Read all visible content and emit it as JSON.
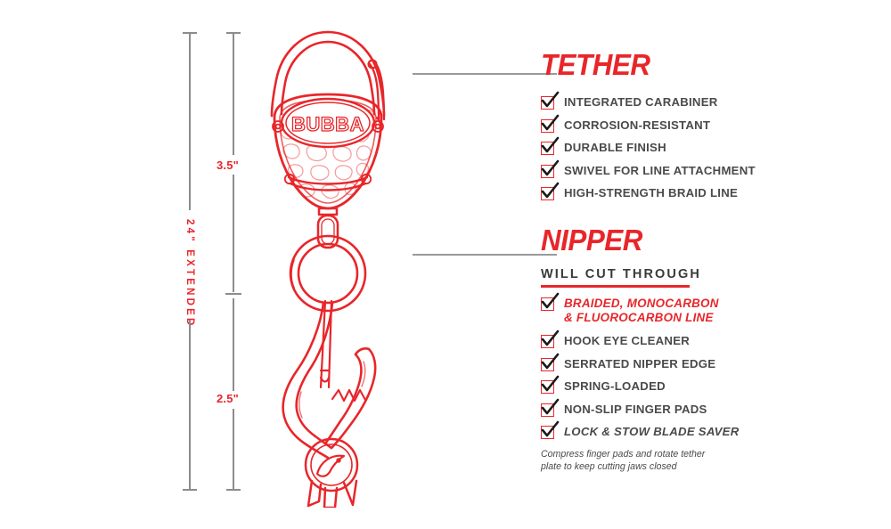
{
  "dimensions": {
    "overall_label": "24\" EXTENDED",
    "tether_label": "3.5\"",
    "nipper_label": "2.5\""
  },
  "product": {
    "brand": "BUBBA",
    "icons": {
      "carabiner": "carabiner-icon",
      "split_ring": "split-ring-icon",
      "nipper": "nipper-icon",
      "fish_logo": "fish-logo-icon"
    }
  },
  "colors": {
    "brand_red": "#E8262A",
    "text_gray": "#4a4a4a",
    "line_gray": "#9a9a9a"
  },
  "sections": [
    {
      "id": "tether",
      "title": "TETHER",
      "features": [
        "INTEGRATED CARABINER",
        "CORROSION-RESISTANT",
        "DURABLE FINISH",
        "SWIVEL FOR LINE ATTACHMENT",
        "HIGH-STRENGTH BRAID LINE"
      ]
    },
    {
      "id": "nipper",
      "title": "NIPPER",
      "subtitle": "WILL CUT THROUGH",
      "highlight_line1": "BRAIDED, MONOCARBON",
      "highlight_line2": "& FLUOROCARBON LINE",
      "features": [
        "HOOK EYE CLEANER",
        "SERRATED NIPPER EDGE",
        "SPRING-LOADED",
        "NON-SLIP FINGER PADS",
        "LOCK & STOW BLADE SAVER"
      ],
      "note": "Compress finger pads and rotate tether plate to keep cutting jaws closed"
    }
  ]
}
